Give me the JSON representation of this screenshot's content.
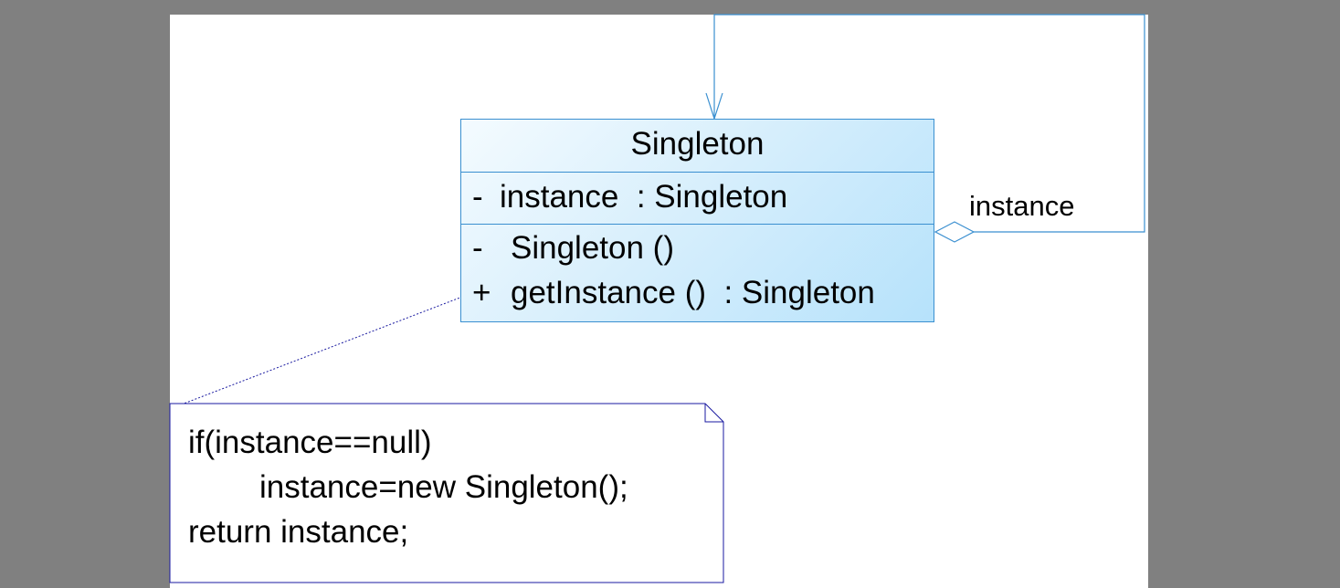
{
  "class": {
    "name": "Singleton",
    "attributes": [
      {
        "visibility": "-",
        "name": "instance",
        "type": ": Singleton"
      }
    ],
    "operations": [
      {
        "visibility": "-",
        "name": "Singleton ()",
        "type": ""
      },
      {
        "visibility": "+",
        "name": "getInstance ()",
        "type": ": Singleton"
      }
    ]
  },
  "association": {
    "label": "instance"
  },
  "note": {
    "lines": [
      "if(instance==null)",
      "instance=new Singleton();",
      "return instance;"
    ]
  },
  "colors": {
    "background": "#808080",
    "canvas": "#ffffff",
    "class_border": "#3a8fd0",
    "association_line": "#3a8fd0",
    "note_border": "#1a1aa0"
  }
}
